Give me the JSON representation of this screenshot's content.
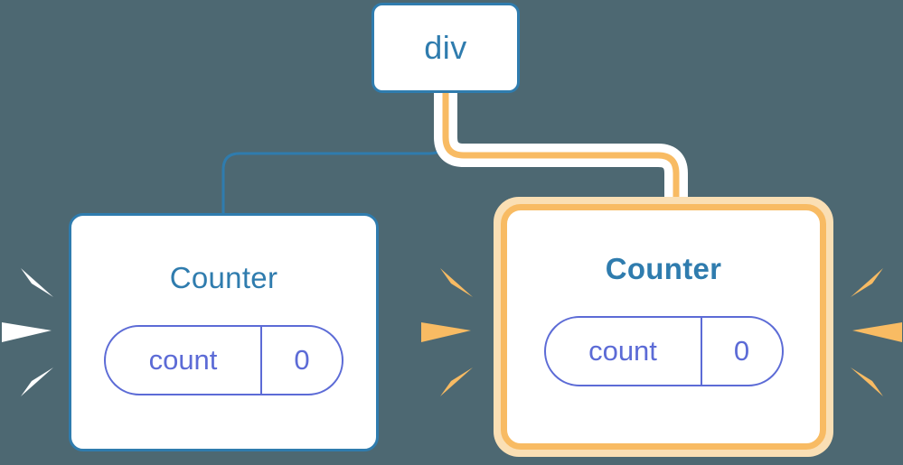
{
  "diagram": {
    "title": "component tree re-render highlight",
    "background_color": "#4d6872",
    "nodes": [
      {
        "id": "div",
        "label": "div",
        "kind": "element",
        "highlighted": false,
        "border_color": "#2f7cae"
      },
      {
        "id": "counter-left",
        "label": "Counter",
        "kind": "component",
        "highlighted": false,
        "border_color": "#2f7cae",
        "state": {
          "key": "count",
          "value": "0",
          "color": "#5c6bd6"
        }
      },
      {
        "id": "counter-right",
        "label": "Counter",
        "kind": "component",
        "highlighted": true,
        "border_color": "#f8bb63",
        "glow_color": "#fadfb4",
        "state": {
          "key": "count",
          "value": "0",
          "color": "#5c6bd6"
        }
      }
    ],
    "edges": [
      {
        "id": "edge-div-to-left",
        "from": "div",
        "to": "counter-left",
        "color": "#2f7cae",
        "highlighted": false
      },
      {
        "id": "edge-div-to-right",
        "from": "div",
        "to": "counter-right",
        "color": "#f8bb63",
        "highlighted": true
      }
    ],
    "bursts": [
      {
        "id": "burst-left-outer",
        "color": "#ffffff",
        "side": "left",
        "rays": 3
      },
      {
        "id": "burst-right-inner",
        "color": "#f8bb63",
        "side": "left",
        "rays": 3
      },
      {
        "id": "burst-right-outer",
        "color": "#f8bb63",
        "side": "right",
        "rays": 3
      }
    ]
  },
  "colors": {
    "background": "#4d6872",
    "blue": "#2f7cae",
    "orange": "#f8bb63",
    "orange_glow": "#fadfb4",
    "indigo": "#5c6bd6",
    "white": "#ffffff"
  }
}
